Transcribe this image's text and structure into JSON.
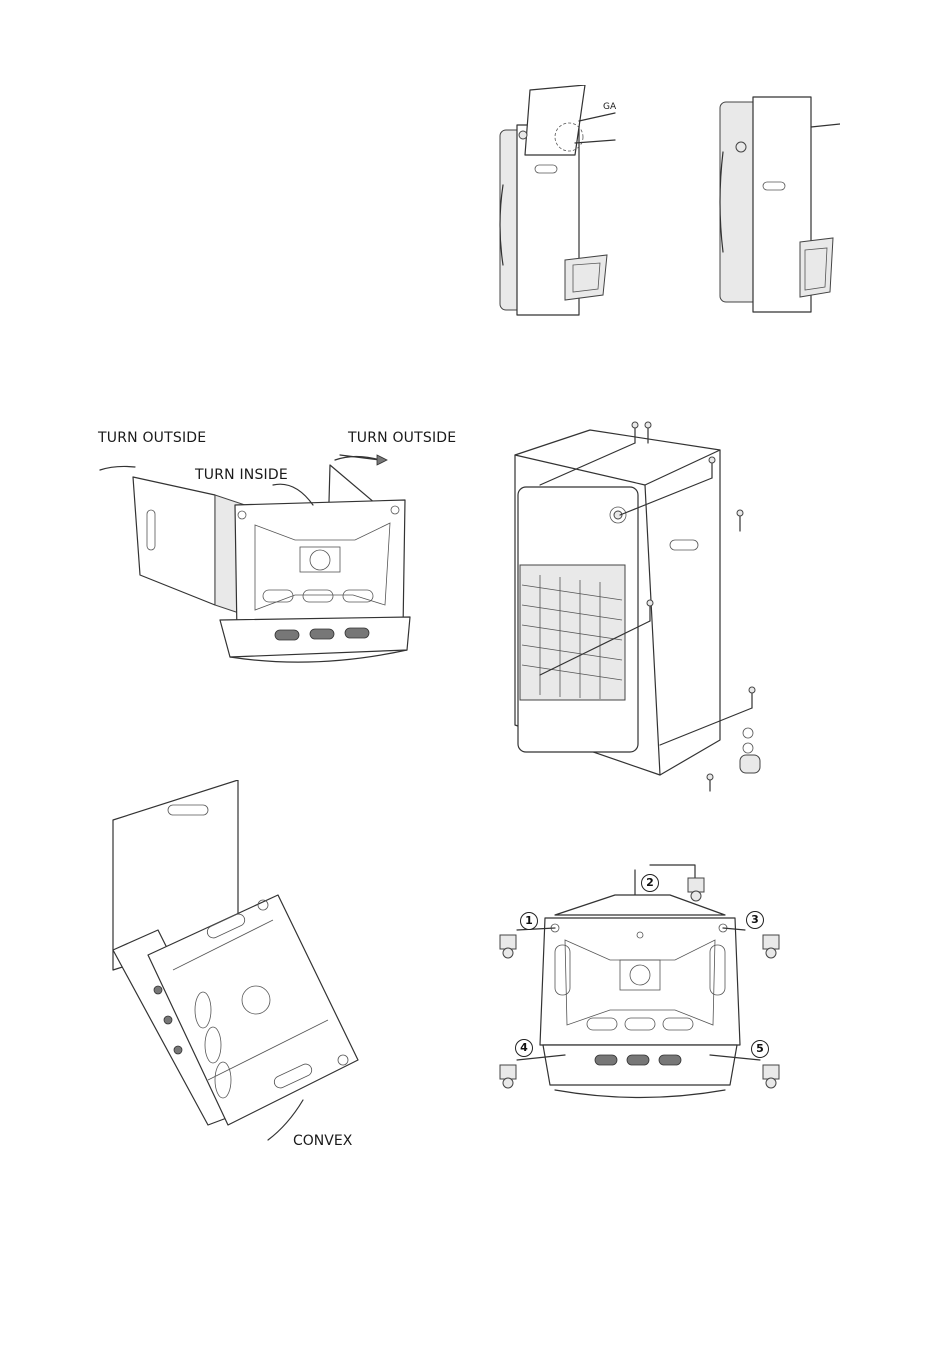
{
  "labels": {
    "gas_label_fragment": "GA",
    "turn_outside_left": "TURN OUTSIDE",
    "turn_outside_right": "TURN OUTSIDE",
    "turn_inside": "TURN INSIDE",
    "convex_fragment": "CONVEX"
  },
  "caster_numbers": [
    "1",
    "2",
    "3",
    "4",
    "5"
  ]
}
